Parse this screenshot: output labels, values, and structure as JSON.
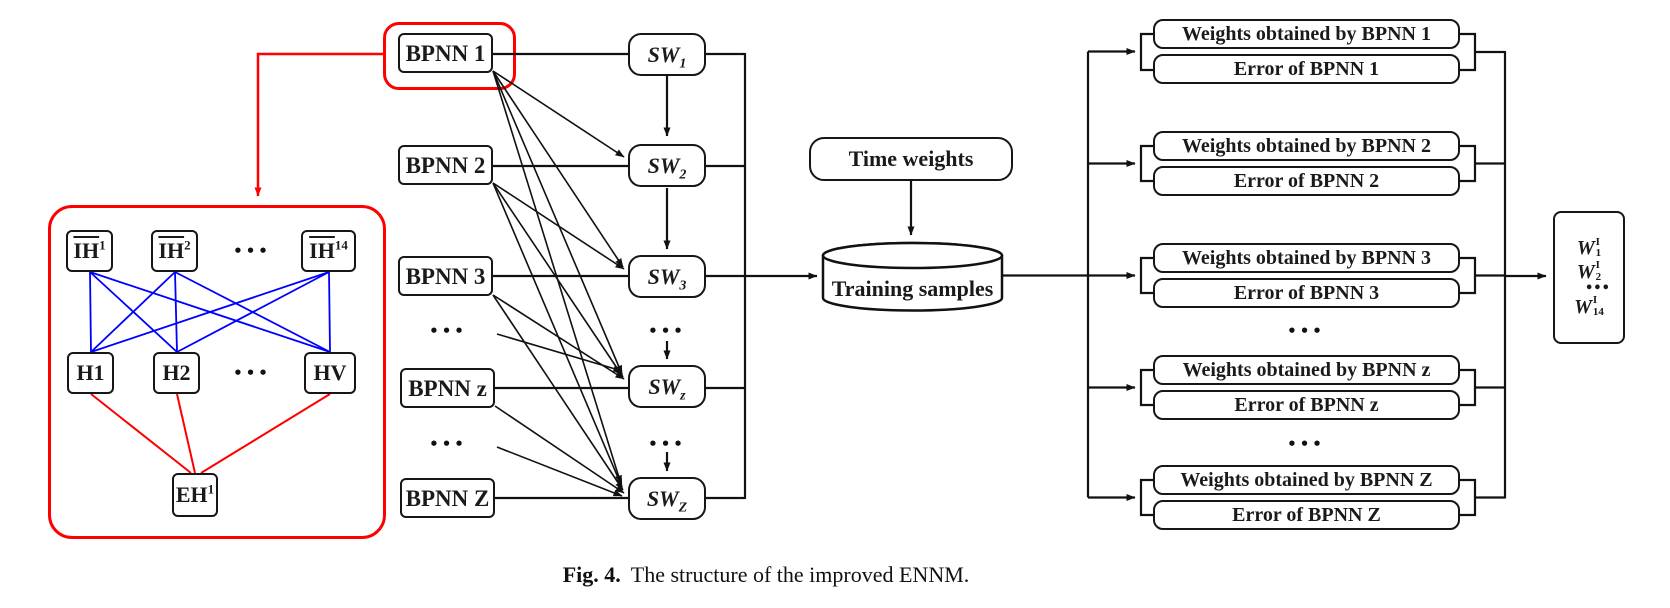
{
  "caption": {
    "label": "Fig. 4.",
    "text": "The structure of the improved ENNM."
  },
  "colors": {
    "highlight": "#ff0000",
    "input_links": "#0000ff",
    "lines": "#1a1a1a"
  },
  "ellipsis": "•••",
  "subnet": {
    "inputs": [
      {
        "base": "IH",
        "sup": "1"
      },
      {
        "base": "IH",
        "sup": "2"
      },
      {
        "base": "IH",
        "sup": "14"
      }
    ],
    "hidden": [
      "H1",
      "H2",
      "HV"
    ],
    "output": {
      "base": "EH",
      "sup": "1"
    }
  },
  "bpnn": [
    "BPNN 1",
    "BPNN 2",
    "BPNN 3",
    "BPNN z",
    "BPNN Z"
  ],
  "sw": [
    {
      "base": "SW",
      "sub": "1"
    },
    {
      "base": "SW",
      "sub": "2"
    },
    {
      "base": "SW",
      "sub": "3"
    },
    {
      "base": "SW",
      "sub": "z"
    },
    {
      "base": "SW",
      "sub": "Z"
    }
  ],
  "pipeline": {
    "time_weights": "Time weights",
    "training_samples": "Training samples"
  },
  "results": [
    {
      "weights": "Weights obtained by BPNN 1",
      "error": "Error of BPNN 1"
    },
    {
      "weights": "Weights obtained by BPNN 2",
      "error": "Error of BPNN 2"
    },
    {
      "weights": "Weights obtained by BPNN 3",
      "error": "Error of BPNN 3"
    },
    {
      "weights": "Weights obtained by BPNN z",
      "error": "Error of BPNN z"
    },
    {
      "weights": "Weights obtained by BPNN Z",
      "error": "Error of BPNN Z"
    }
  ],
  "output": {
    "entries": [
      {
        "base": "W",
        "sub": "1",
        "sup": "I"
      },
      {
        "base": "W",
        "sub": "2",
        "sup": "I"
      },
      {
        "base": "W",
        "sub": "14",
        "sup": "I"
      }
    ]
  }
}
